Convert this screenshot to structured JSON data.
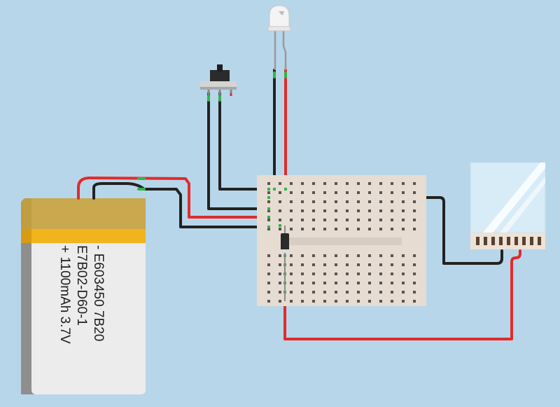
{
  "battery": {
    "line1": "- E603450 7B20",
    "line2": "E7B02-D60-1",
    "line3": "+ 1100mAh 3.7V"
  },
  "colors": {
    "background": "#b7d6ea",
    "wire_red": "#e12b2b",
    "wire_black": "#222222",
    "breadboard": "#e6dcd2",
    "battery_label": "#c7a64d",
    "battery_stripe": "#f2b41c",
    "battery_body": "#ececec",
    "peltier": "#d8ecf8"
  },
  "components": [
    {
      "name": "lipo-battery",
      "label_lines": 3
    },
    {
      "name": "slide-switch"
    },
    {
      "name": "led"
    },
    {
      "name": "mini-breadboard"
    },
    {
      "name": "diode"
    },
    {
      "name": "peltier-module"
    }
  ]
}
